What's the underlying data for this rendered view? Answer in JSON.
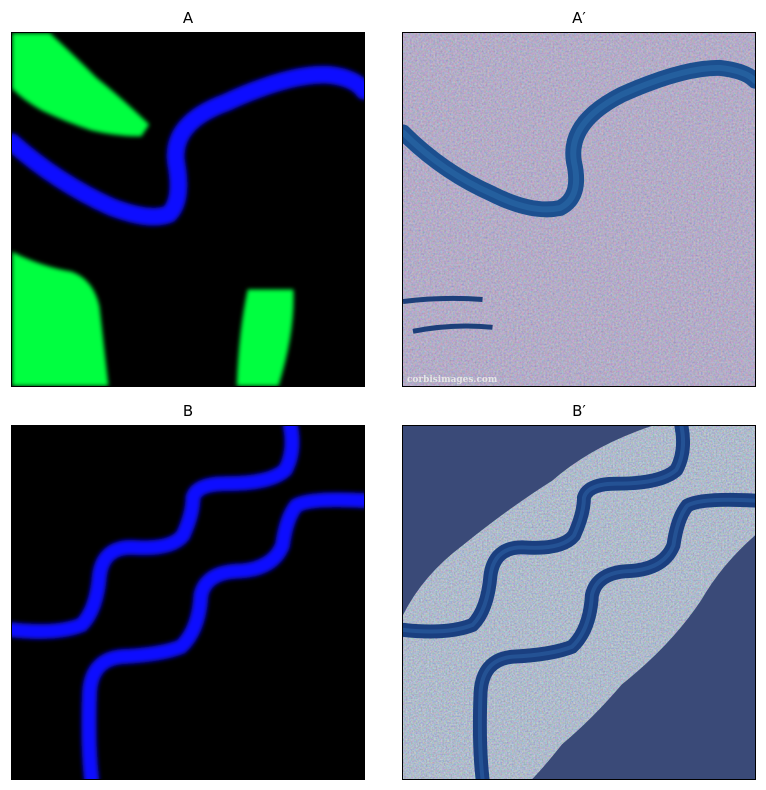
{
  "panels": {
    "a": {
      "title": "A"
    },
    "a_prime": {
      "title": "A′",
      "watermark": "corbisimages.com"
    },
    "b": {
      "title": "B"
    },
    "b_prime": {
      "title": "B′"
    }
  },
  "colors": {
    "background": "#000000",
    "river_mask": "#1010ff",
    "vegetation_mask": "#00ff40",
    "satellite_water": "#1a4a8a",
    "satellite_land": "#3a5a8a",
    "synthesized_background": "#394a7a"
  }
}
